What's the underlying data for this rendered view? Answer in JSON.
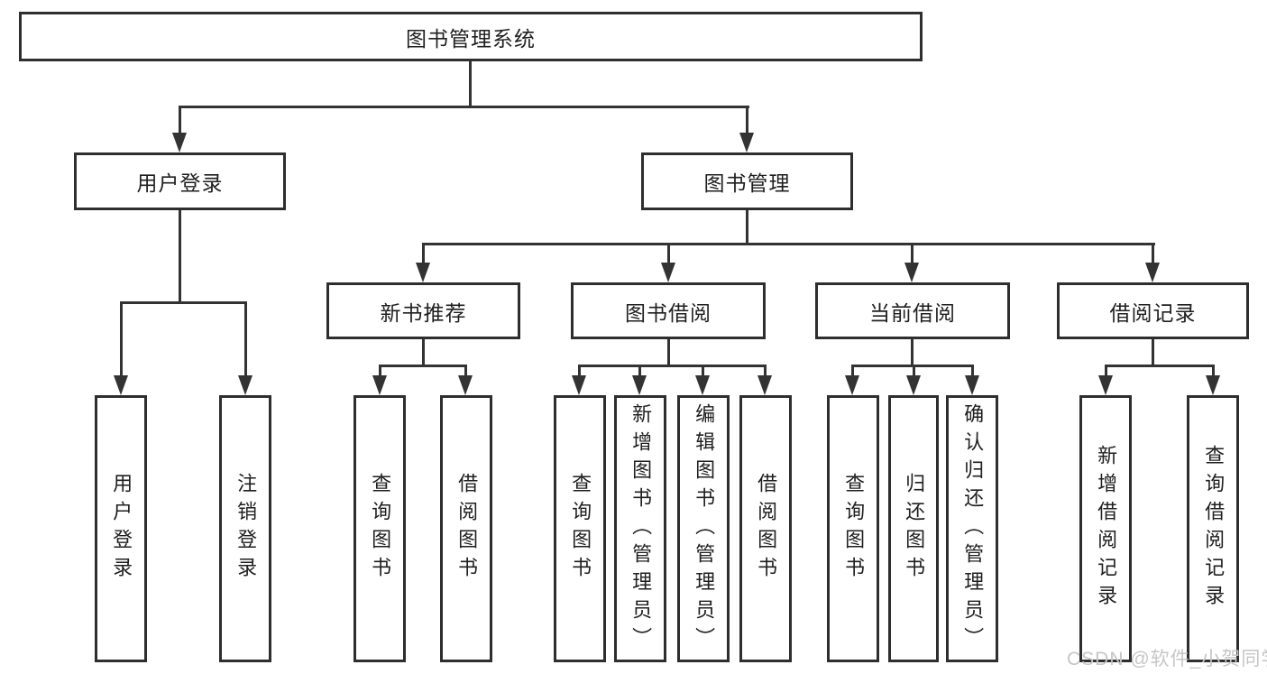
{
  "root": {
    "label": "图书管理系统"
  },
  "branches": {
    "user": {
      "label": "用户登录",
      "children": [
        {
          "label": "用户登录"
        },
        {
          "label": "注销登录"
        }
      ]
    },
    "book": {
      "label": "图书管理",
      "sections": [
        {
          "label": "新书推荐",
          "children": [
            {
              "label": "查询图书"
            },
            {
              "label": "借阅图书"
            }
          ]
        },
        {
          "label": "图书借阅",
          "children": [
            {
              "label": "查询图书"
            },
            {
              "label": "新增图书（管理员）"
            },
            {
              "label": "编辑图书（管理员）"
            },
            {
              "label": "借阅图书"
            }
          ]
        },
        {
          "label": "当前借阅",
          "children": [
            {
              "label": "查询图书"
            },
            {
              "label": "归还图书"
            },
            {
              "label": "确认归还（管理员）"
            }
          ]
        },
        {
          "label": "借阅记录",
          "children": [
            {
              "label": "新增借阅记录"
            },
            {
              "label": "查询借阅记录"
            }
          ]
        }
      ]
    }
  },
  "watermark": {
    "text": "CSDN @软件_小贺同学"
  },
  "colors": {
    "background": "#ffffff",
    "line": "#333333",
    "box_border": "#2e2e2e",
    "text": "#1f1f1f",
    "watermark": "#c6c6c6"
  }
}
